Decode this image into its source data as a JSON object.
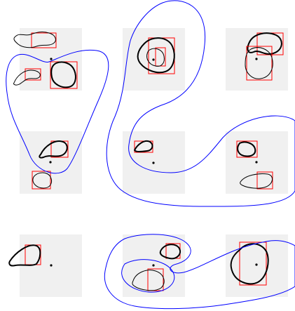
{
  "figure": {
    "colors": {
      "cell_background": "#f0f0f0",
      "bounding_box": "#ff0000",
      "shape_outline": "#000000",
      "group_outline": "#0000ff"
    },
    "grid": {
      "rows": 3,
      "columns": 3
    },
    "groups": 3
  }
}
